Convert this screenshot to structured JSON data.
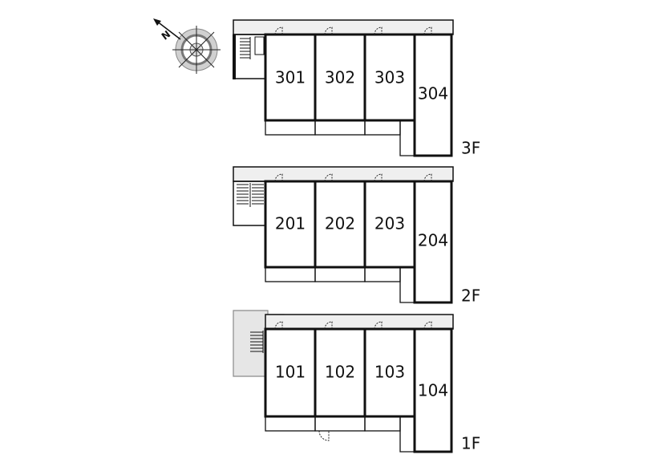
{
  "floors": [
    {
      "label": "3F",
      "units": [
        "301",
        "302",
        "303",
        "304"
      ]
    },
    {
      "label": "2F",
      "units": [
        "201",
        "202",
        "203",
        "204"
      ]
    },
    {
      "label": "1F",
      "units": [
        "101",
        "102",
        "103",
        "104"
      ]
    }
  ],
  "compass": {
    "direction_label": "N",
    "icon": "compass-icon"
  },
  "colors": {
    "line": "#111111",
    "corridor_fill": "#efefef",
    "ground_area_fill": "#e6e6e6"
  }
}
